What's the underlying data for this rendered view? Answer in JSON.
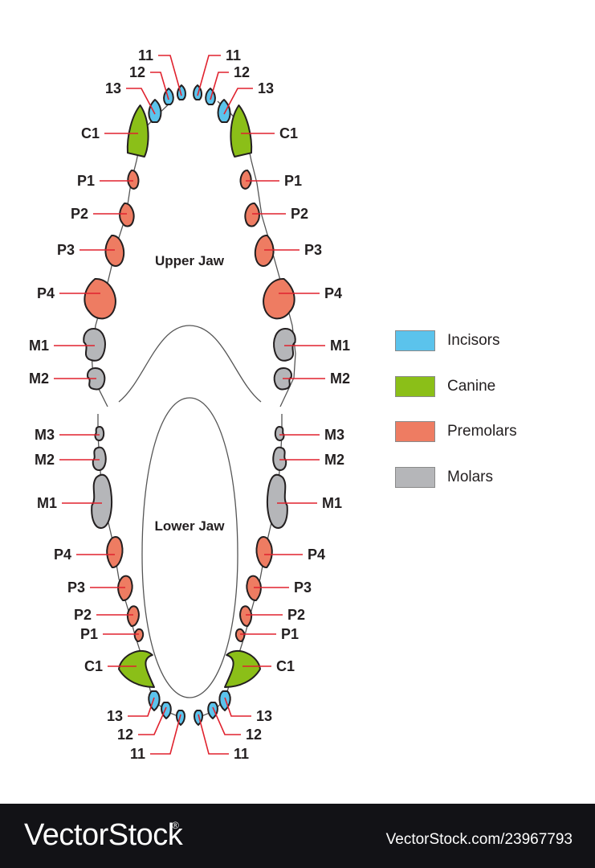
{
  "jaw_labels": {
    "upper": "Upper Jaw",
    "lower": "Lower Jaw"
  },
  "legend": [
    {
      "label": "Incisors",
      "color": "#5bc3ec"
    },
    {
      "label": "Canine",
      "color": "#8bbf18"
    },
    {
      "label": "Premolars",
      "color": "#ee7c62"
    },
    {
      "label": "Molars",
      "color": "#b5b6b9"
    }
  ],
  "tooth_labels": {
    "upper": [
      "11",
      "12",
      "13",
      "C1",
      "P1",
      "P2",
      "P3",
      "P4",
      "M1",
      "M2"
    ],
    "lower": [
      "M3",
      "M2",
      "M1",
      "P4",
      "P3",
      "P2",
      "P1",
      "C1",
      "13",
      "12",
      "11"
    ]
  },
  "footer": {
    "brand": "VectorStock",
    "trademark": "®",
    "stock_id": "VectorStock.com/23967793"
  }
}
